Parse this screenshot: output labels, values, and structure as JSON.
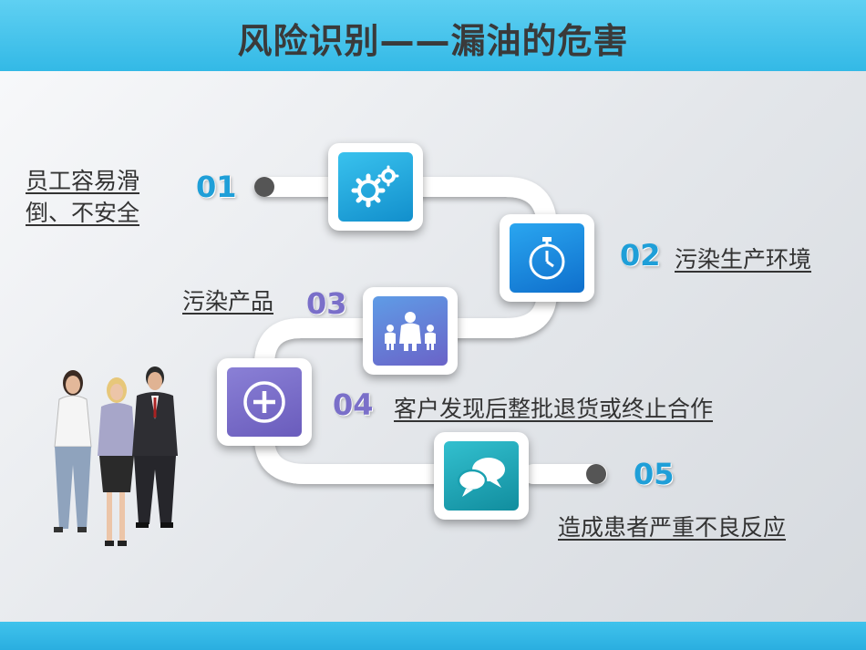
{
  "slide": {
    "title": "风险识别——漏油的危害"
  },
  "steps": [
    {
      "number": "01",
      "label_line1": "员工容易滑",
      "label_line2": "倒、不安全",
      "icon": "gears-icon",
      "color": "#1fa8dc"
    },
    {
      "number": "02",
      "label": "污染生产环境",
      "icon": "stopwatch-icon",
      "color": "#1a8fe0"
    },
    {
      "number": "03",
      "label": "污染产品",
      "icon": "family-icon",
      "color": "#6e83d8"
    },
    {
      "number": "04",
      "label": "客户发现后整批退货或终止合作",
      "icon": "plus-circle-icon",
      "color": "#7a6fc9"
    },
    {
      "number": "05",
      "label": "造成患者严重不良反应",
      "icon": "chat-bubbles-icon",
      "color": "#18a8b8"
    }
  ]
}
